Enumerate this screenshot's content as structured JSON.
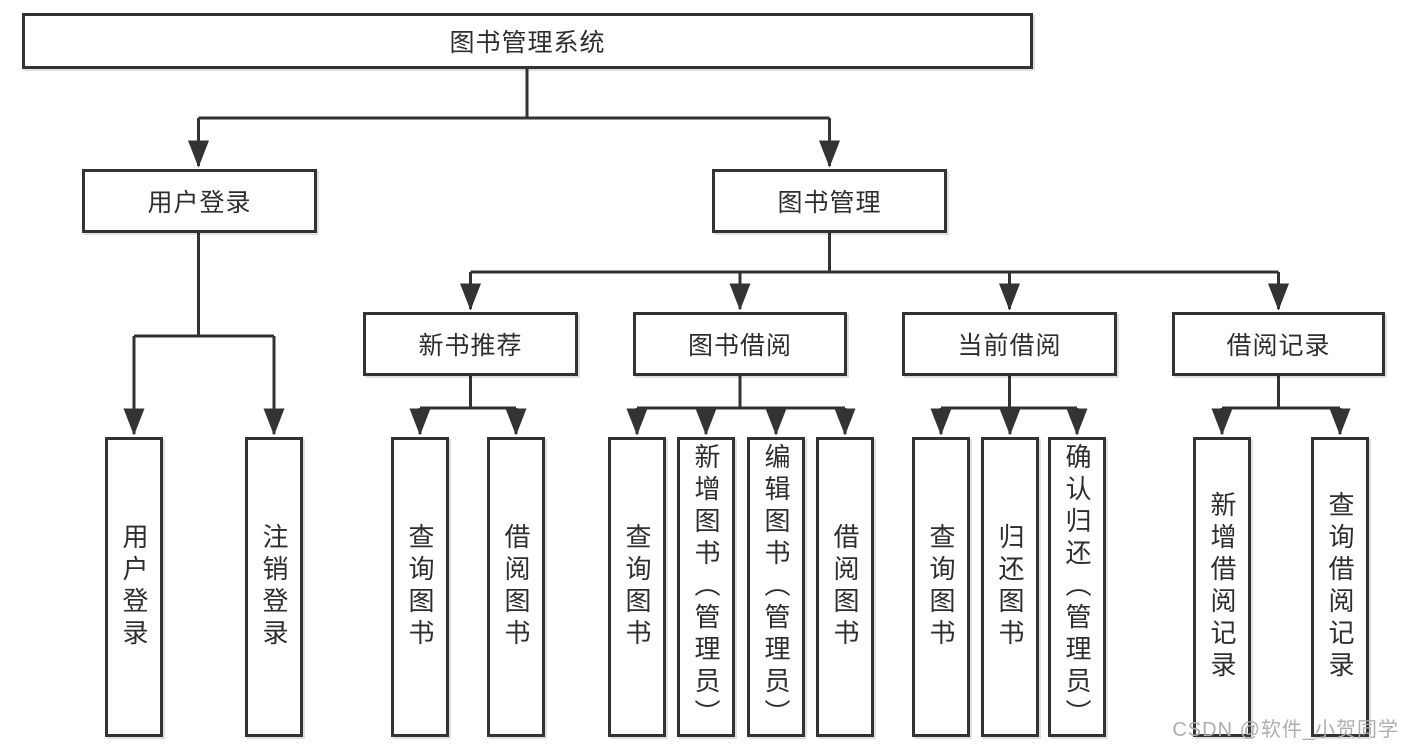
{
  "diagram": {
    "title": "图书管理系统",
    "colors": {
      "line": "#333333",
      "node_border": "#333333",
      "text": "#2e2e2e",
      "watermark": "#aeaeae",
      "background": "#ffffff"
    },
    "nodes": {
      "root": "图书管理系统",
      "login": "用户登录",
      "management": "图书管理",
      "modules": [
        "新书推荐",
        "图书借阅",
        "当前借阅",
        "借阅记录"
      ],
      "login_children": [
        "用户登录",
        "注销登录"
      ],
      "recommend_children": [
        "查询图书",
        "借阅图书"
      ],
      "borrow_children": [
        "查询图书",
        "新增图书（管理员）",
        "编辑图书（管理员）",
        "借阅图书"
      ],
      "current_children": [
        "查询图书",
        "归还图书",
        "确认归还（管理员）"
      ],
      "record_children": [
        "新增借阅记录",
        "查询借阅记录"
      ]
    },
    "watermark": "CSDN @软件_小贺同学"
  }
}
